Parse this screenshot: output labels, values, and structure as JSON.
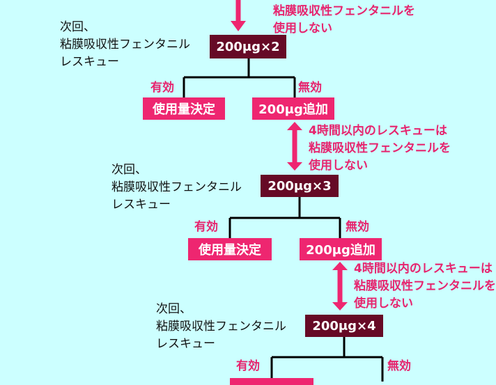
{
  "top_note": "粘膜吸収性フェンタニルを\n使用しない",
  "colors": {
    "background": "#ccffff",
    "accent_pink": "#ee2670",
    "dose_box": "#660a26",
    "line": "#000000"
  },
  "levels": [
    {
      "label": "次回、\n粘膜吸収性フェンタニル\nレスキュー",
      "dose": "200μg×2",
      "effective": "有効",
      "ineffective": "無効",
      "decide": "使用量決定",
      "add": "200μg追加",
      "note": "4時間以内のレスキューは\n粘膜吸収性フェンタニルを\n使用しない"
    },
    {
      "label": "次回、\n粘膜吸収性フェンタニル\nレスキュー",
      "dose": "200μg×3",
      "effective": "有効",
      "ineffective": "無効",
      "decide": "使用量決定",
      "add": "200μg追加",
      "note": "4時間以内のレスキューは\n粘膜吸収性フェンタニルを\n使用しない"
    },
    {
      "label": "次回、\n粘膜吸収性フェンタニル\nレスキュー",
      "dose": "200μg×4",
      "effective": "有効",
      "ineffective": "無効"
    }
  ]
}
